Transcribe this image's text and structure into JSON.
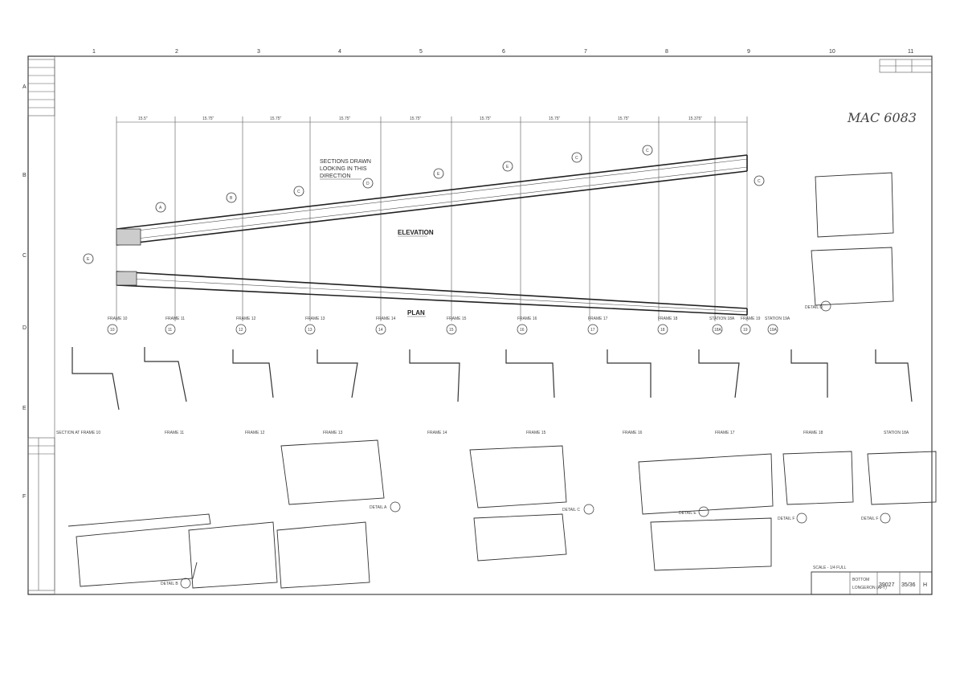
{
  "handwritten_ref": "MAC 6083",
  "views": {
    "elevation": "ELEVATION",
    "plan": "PLAN",
    "sections_note": [
      "SECTIONS DRAWN",
      "LOOKING IN THIS",
      "DIRECTION"
    ]
  },
  "dimensions_top": [
    "15.5\"",
    "15.75\"",
    "15.75\"",
    "15.75\"",
    "15.75\"",
    "15.75\"",
    "15.75\"",
    "15.75\"",
    "15.375\""
  ],
  "callouts": [
    "A",
    "B",
    "C",
    "D",
    "E",
    "E",
    "C",
    "C",
    "C",
    "E"
  ],
  "frames": [
    "FRAME 10",
    "FRAME 11",
    "FRAME 12",
    "FRAME 13",
    "FRAME 14",
    "FRAME 15",
    "FRAME 16",
    "FRAME 17",
    "FRAME 18",
    "STATION 18A",
    "FRAME 19",
    "STATION 19A"
  ],
  "frame_nums": [
    "10",
    "11",
    "12",
    "13",
    "14",
    "15",
    "16",
    "17",
    "18",
    "18A",
    "19",
    "19A"
  ],
  "lower_titles": [
    "SECTION AT FRAME 10",
    "FRAME 11",
    "FRAME 12",
    "FRAME 13",
    "FRAME 14",
    "FRAME 15",
    "FRAME 16",
    "FRAME 17",
    "FRAME 18",
    "STATION 18A"
  ],
  "details": [
    "DETAIL A",
    "DETAIL B",
    "DETAIL C",
    "DETAIL D",
    "DETAIL E",
    "DETAIL F",
    "DETAIL F"
  ],
  "title_block": {
    "scale": "SCALE - 1/4 FULL",
    "title_line1": "BOTTOM",
    "title_line2": "LONGERON (AFT)",
    "drawing_no": "39027",
    "sheet": "35/36",
    "rev": "H"
  },
  "grid_cols": [
    "1",
    "2",
    "3",
    "4",
    "5",
    "6",
    "7",
    "8",
    "9",
    "10",
    "11"
  ],
  "grid_rows": [
    "A",
    "B",
    "C",
    "D",
    "E",
    "F"
  ]
}
